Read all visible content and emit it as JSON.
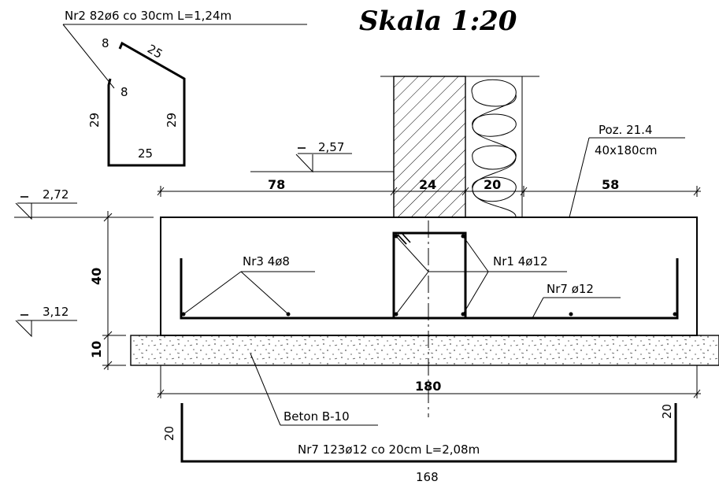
{
  "title": "Skala 1:20",
  "labels": {
    "nr2": "Nr2  82ø6  co  30cm  L=1,24m",
    "nr3": "Nr3  4ø8",
    "nr1": "Nr1  4ø12",
    "nr7a": "Nr7  ø12",
    "nr7b": "Nr7  123ø12  co  20cm  L=2,08m",
    "poz": "Poz. 21.4",
    "size": "40x180cm",
    "beton": "Beton  B-10"
  },
  "levels": {
    "l1": "2,57",
    "l2": "2,72",
    "l3": "3,12"
  },
  "dims": {
    "d78": "78",
    "d24": "24",
    "d20": "20",
    "d58": "58",
    "d40": "40",
    "d10": "10",
    "d180": "180",
    "d168": "168",
    "d20l": "20",
    "d20r": "20"
  },
  "stirrup": {
    "s8a": "8",
    "s25a": "25",
    "s8b": "8",
    "s29l": "29",
    "s29r": "29",
    "s25b": "25"
  }
}
